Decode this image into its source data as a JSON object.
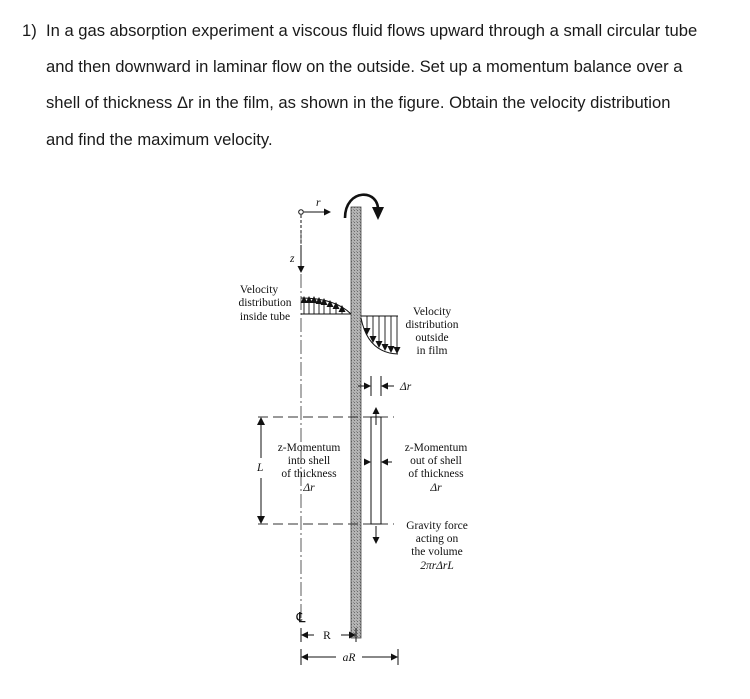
{
  "problem": {
    "number": "1)",
    "lines": [
      "In a gas absorption experiment a viscous fluid flows upward through a small circular tube",
      "and then downward in laminar flow on the outside. Set up a momentum balance over a",
      "shell of thickness Δr in the film, as shown in the figure. Obtain the velocity distribution",
      "and find the maximum velocity."
    ]
  },
  "figure": {
    "axis_r": "r",
    "axis_z": "z",
    "vel_inside": [
      "Velocity",
      "distribution",
      "inside tube"
    ],
    "vel_outside": [
      "Velocity",
      "distribution",
      "outside",
      "in film"
    ],
    "delta_r": "Δr",
    "mom_in": [
      "z-Momentum",
      "into shell",
      "of thickness",
      "Δr"
    ],
    "mom_out": [
      "z-Momentum",
      "out of shell",
      "of thickness",
      "Δr"
    ],
    "length": "L",
    "gravity": [
      "Gravity force",
      "acting on",
      "the volume",
      "2πrΔrL"
    ],
    "centerline": "℄",
    "radius_R": "R",
    "radius_aR": "aR"
  }
}
